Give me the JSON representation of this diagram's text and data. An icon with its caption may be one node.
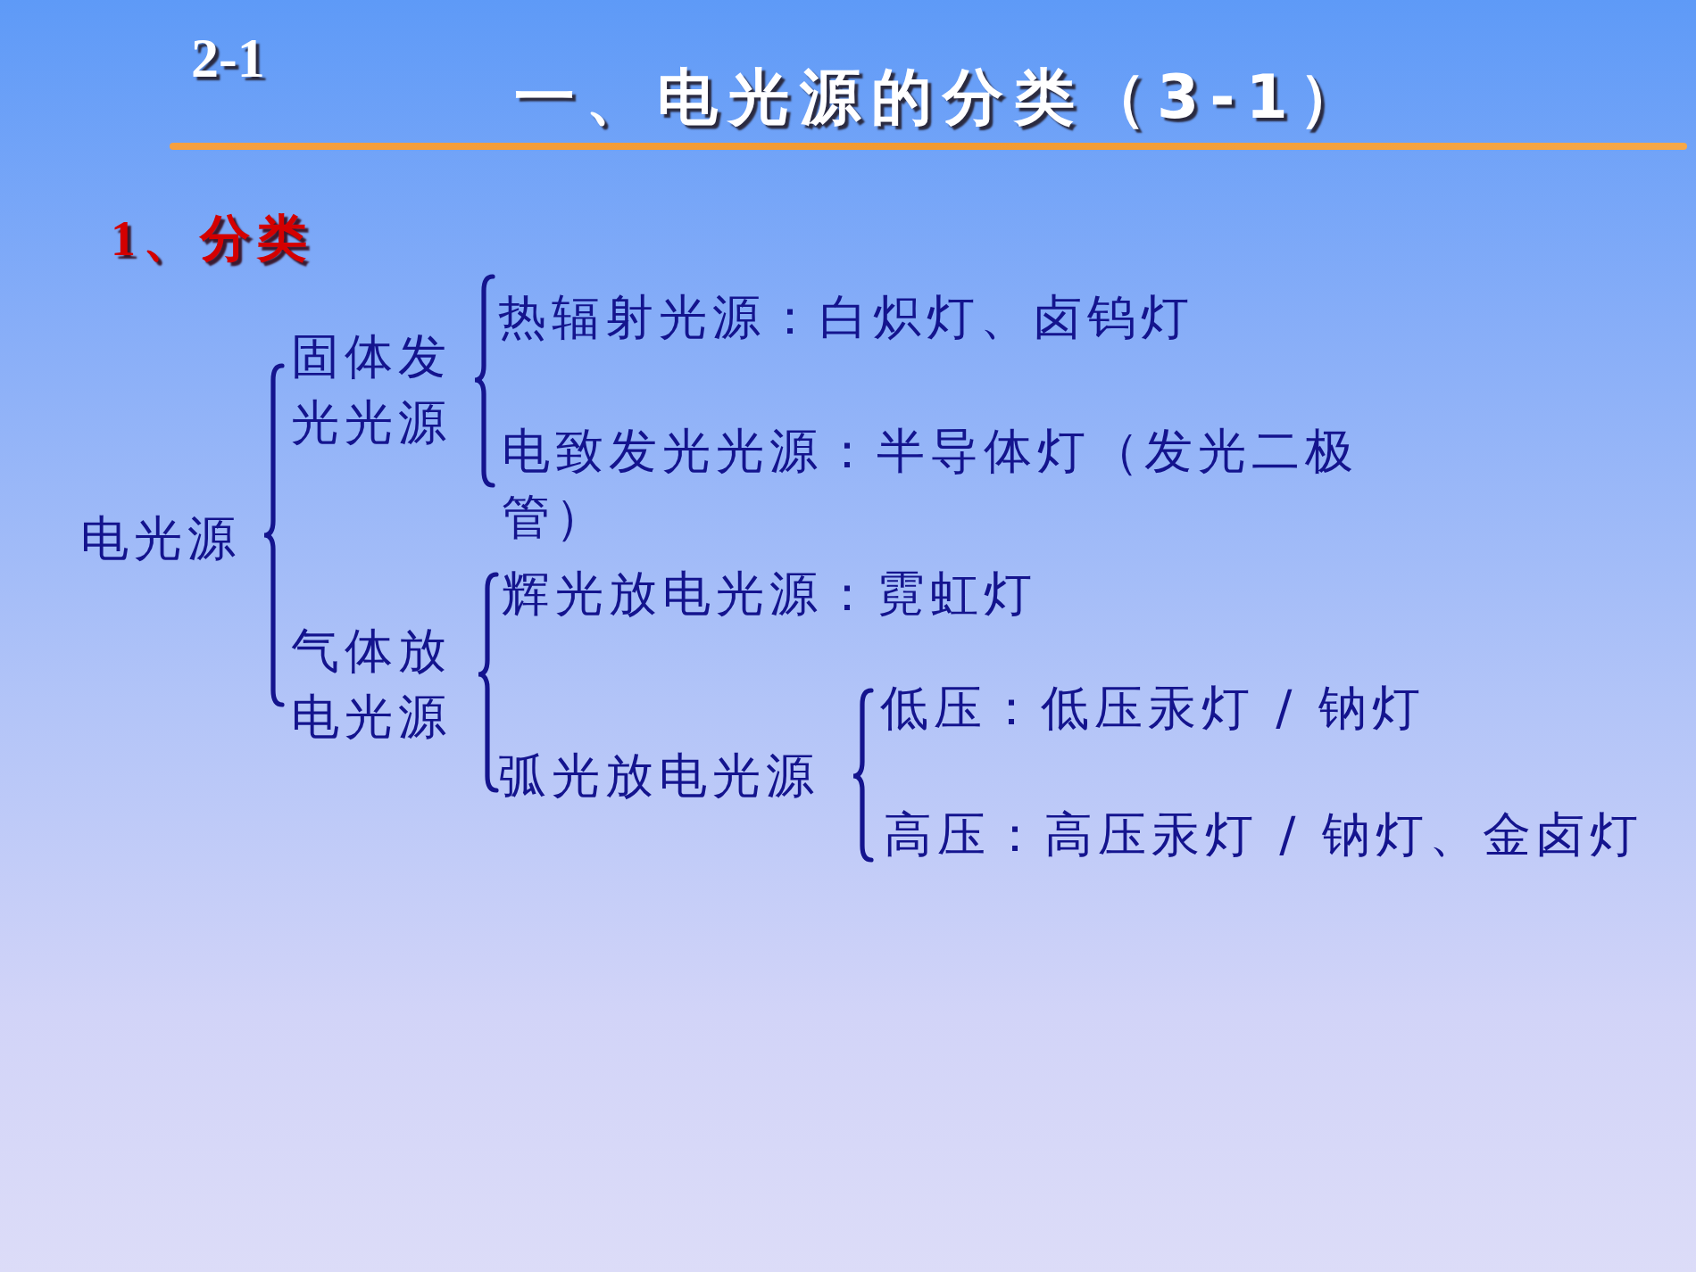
{
  "diagram": {
    "title": "一、电光源的分类（3-1）",
    "labels": [
      "2-1",
      "1、分类",
      "电光源",
      "固体发光光源",
      "热辐射光源：白炽灯、卤钨灯",
      "电致发光光源：半导体灯（发光二极管）",
      "气体放电光源",
      "辉光放电光源：霓虹灯",
      "弧光放电光源",
      "低压：低压汞灯 / 钠灯",
      "高压：高压汞灯 / 钠灯、金卤灯"
    ]
  }
}
